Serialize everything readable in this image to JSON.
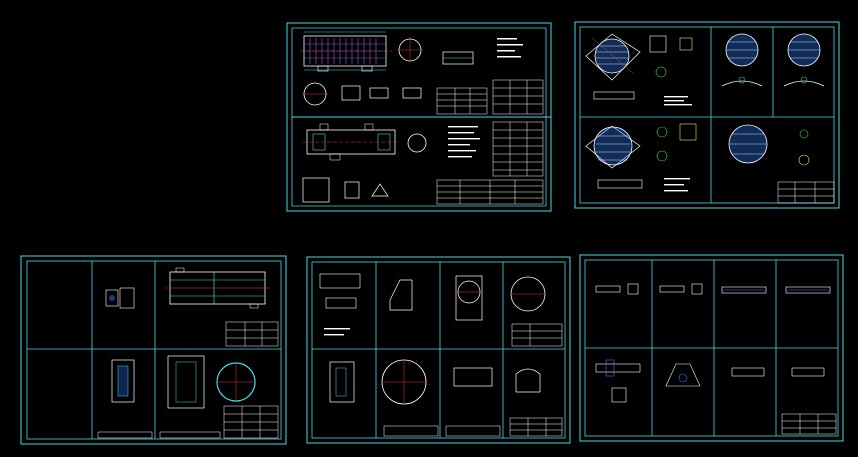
{
  "app": {
    "background": "#000000"
  },
  "colors": {
    "frame": "#3fdce8",
    "outline": "#ffffff",
    "hatch": "#2e7dff",
    "cut": "#e23a3a",
    "mark": "#f2e84a",
    "green": "#43d04b",
    "magenta": "#d24bd8"
  },
  "sheets": [
    {
      "id": "sheet-1"
    },
    {
      "id": "sheet-2"
    },
    {
      "id": "sheet-3"
    },
    {
      "id": "sheet-4"
    },
    {
      "id": "sheet-5"
    }
  ]
}
